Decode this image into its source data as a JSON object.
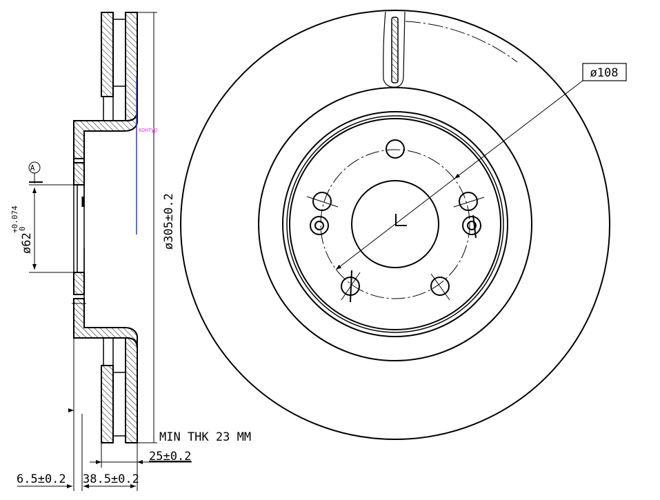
{
  "drawing": {
    "labels": {
      "pcd": "ø108",
      "outer_diameter": "ø305±0.2",
      "bore_diameter": "ø62",
      "bore_tol_upper": "+0.074",
      "bore_tol_lower": "0",
      "datum": "A",
      "contour_note": "контур",
      "min_thickness": "MIN THK 23 MM",
      "thickness": "25±0.2",
      "hat_offset": "6.5±0.2",
      "overall_height": "38.5±0.2"
    },
    "colors": {
      "line": "#000000",
      "contour_line": "#2a3cc8",
      "contour_note": "#e040e0"
    }
  }
}
